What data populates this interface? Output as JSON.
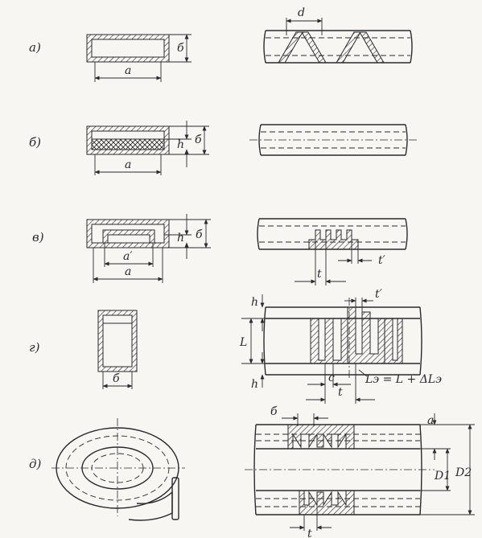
{
  "rows": [
    {
      "id": "a",
      "label": "а)"
    },
    {
      "id": "b",
      "label": "б)"
    },
    {
      "id": "v",
      "label": "в)"
    },
    {
      "id": "g",
      "label": "г)"
    },
    {
      "id": "d",
      "label": "д)"
    }
  ],
  "dims": {
    "a_width": "а",
    "a_height": "б",
    "a_pitch": "d",
    "b_width": "а",
    "b_height": "б",
    "b_h": "h",
    "v_width": "а",
    "v_inner": "а′",
    "v_height": "б",
    "v_h": "h",
    "v_t": "t",
    "v_tprime": "t′",
    "g_width": "б",
    "g_h_top": "h",
    "g_h_bot": "h",
    "g_L": "L",
    "g_c": "c",
    "g_t": "t",
    "g_tprime": "t′",
    "g_formula": "Lэ = L + ΔLэ",
    "d_b": "б",
    "d_a": "a",
    "d_D1": "D1",
    "d_D2": "D2",
    "d_t": "t"
  }
}
